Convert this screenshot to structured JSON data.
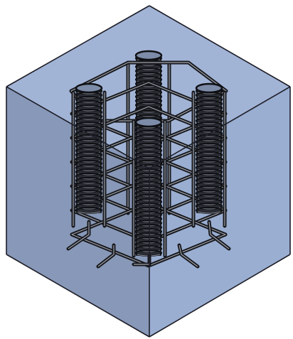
{
  "figure": {
    "subject": "cube-with-helical-reinforcement-cage",
    "colors": {
      "top_face": "#a2b4d6",
      "left_face": "#8898b8",
      "right_face": "#9aaed2",
      "cube_edge": "#1e1e28",
      "rebar": "#17181c",
      "rebar_highlight": "#9ea3ad",
      "spiral_fill": "#2a2d34"
    },
    "spiral_columns": 4,
    "horizontal_stirrup_levels": 6,
    "vertical_bars_per_corner": 2
  }
}
